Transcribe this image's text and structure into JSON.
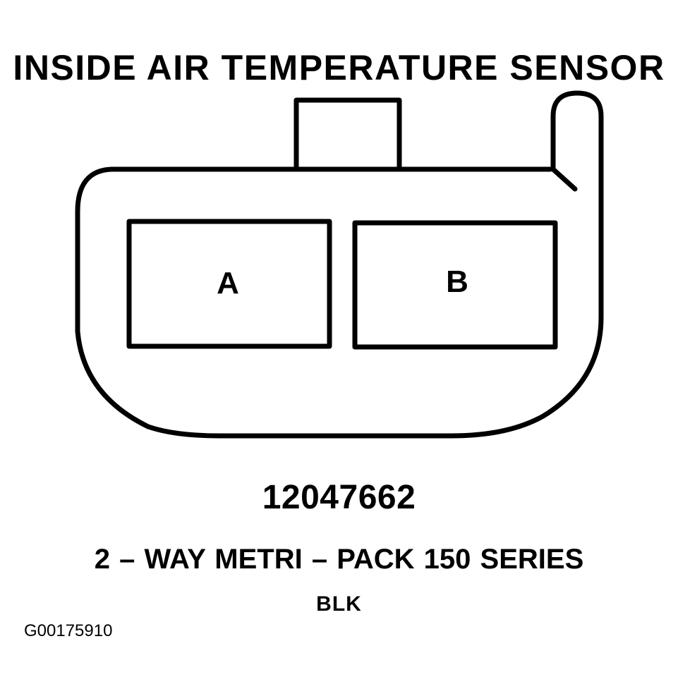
{
  "diagram": {
    "title": "INSIDE AIR TEMPERATURE SENSOR",
    "connector": {
      "pins": [
        {
          "label": "A"
        },
        {
          "label": "B"
        }
      ],
      "part_number": "12047662",
      "series": "2 – WAY METRI – PACK 150 SERIES",
      "color": "BLK"
    },
    "figure_id": "G00175910"
  },
  "colors": {
    "ink": "#000000",
    "background": "#ffffff"
  }
}
